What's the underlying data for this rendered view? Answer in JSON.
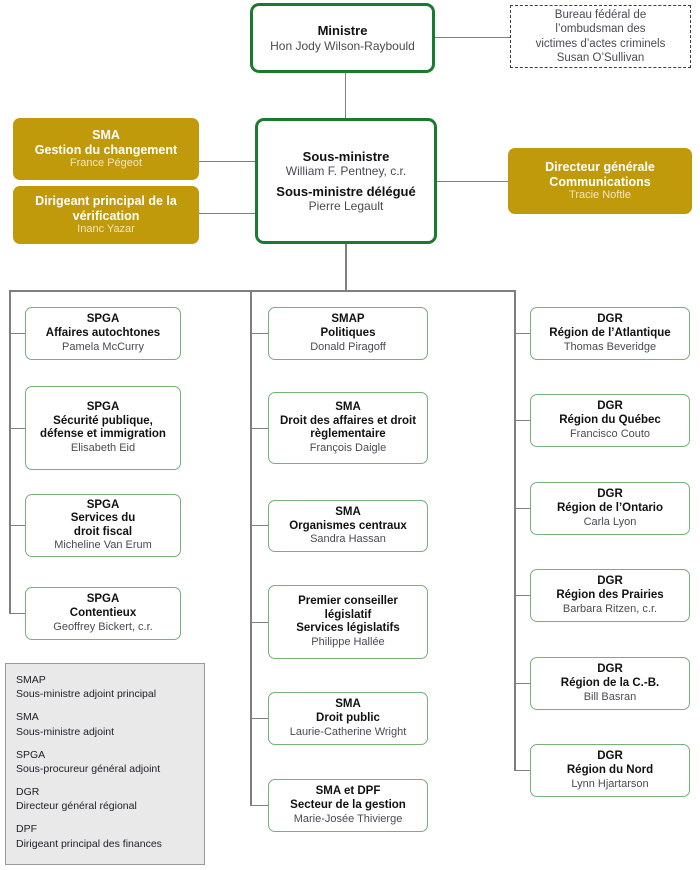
{
  "title": "Organigramme - Ministere de la Justice",
  "colors": {
    "green_major_border": "#1a7a2e",
    "green_unit_border": "#76b07a",
    "gold_fill": "#c19a0b",
    "connector": "#7f7f7f",
    "legend_fill": "#e9e9e9",
    "name_text": "#4a4a54"
  },
  "top": {
    "minister": {
      "title": "Ministre",
      "name": "Hon Jody Wilson-Raybould"
    },
    "ombudsman": {
      "line1": "Bureau fédéral de",
      "line2": "l’ombudsman des",
      "line3": "victimes d’actes criminels",
      "name": "Susan O’Sullivan"
    },
    "deputy": {
      "title1": "Sous-ministre",
      "name1": "William F. Pentney, c.r.",
      "title2": "Sous-ministre délégué",
      "name2": "Pierre Legault"
    }
  },
  "gold_boxes": [
    {
      "line1": "SMA",
      "line2": "Gestion du changement",
      "name": "France Pégeot"
    },
    {
      "line1": "Dirigeant principal de la",
      "line2": "vérification",
      "name": "Inanc Yazar"
    },
    {
      "line1": "Directeur générale",
      "line2": "Communications",
      "name": "Tracie Noftle"
    }
  ],
  "column_left": [
    {
      "line1": "SPGA",
      "line2": "Affaires autochtones",
      "line3": "",
      "name": "Pamela McCurry"
    },
    {
      "line1": "SPGA",
      "line2": "Sécurité publique,",
      "line3": "défense et immigration",
      "name": "Elisabeth Eid"
    },
    {
      "line1": "SPGA",
      "line2": "Services du",
      "line3": "droit fiscal",
      "name": "Micheline Van Erum"
    },
    {
      "line1": "SPGA",
      "line2": "Contentieux",
      "line3": "",
      "name": "Geoffrey Bickert, c.r."
    }
  ],
  "column_middle": [
    {
      "line1": "SMAP",
      "line2": "Politiques",
      "line3": "",
      "name": "Donald Piragoff"
    },
    {
      "line1": "SMA",
      "line2": "Droit des affaires et droit",
      "line3": "règlementaire",
      "name": "François Daigle"
    },
    {
      "line1": "SMA",
      "line2": "Organismes centraux",
      "line3": "",
      "name": "Sandra Hassan"
    },
    {
      "line1": "Premier conseiller",
      "line2": "législatif",
      "line3": "Services législatifs",
      "name": "Philippe Hallée"
    },
    {
      "line1": "SMA",
      "line2": "Droit public",
      "line3": "",
      "name": "Laurie-Catherine Wright"
    },
    {
      "line1": "SMA et DPF",
      "line2": "Secteur de la gestion",
      "line3": "",
      "name": "Marie-Josée Thivierge"
    }
  ],
  "column_right": [
    {
      "line1": "DGR",
      "line2": "Région de l’Atlantique",
      "line3": "",
      "name": "Thomas Beveridge"
    },
    {
      "line1": "DGR",
      "line2": "Région du Québec",
      "line3": "",
      "name": "Francisco Couto"
    },
    {
      "line1": "DGR",
      "line2": "Région de l’Ontario",
      "line3": "",
      "name": "Carla Lyon"
    },
    {
      "line1": "DGR",
      "line2": "Région des Prairies",
      "line3": "",
      "name": "Barbara Ritzen, c.r."
    },
    {
      "line1": "DGR",
      "line2": "Région de la C.-B.",
      "line3": "",
      "name": "Bill Basran"
    },
    {
      "line1": "DGR",
      "line2": "Région du Nord",
      "line3": "",
      "name": "Lynn Hjartarson"
    }
  ],
  "legend": [
    {
      "abbr": "SMAP",
      "full": "Sous-ministre adjoint principal"
    },
    {
      "abbr": "SMA",
      "full": "Sous-ministre adjoint"
    },
    {
      "abbr": "SPGA",
      "full": "Sous-procureur général adjoint"
    },
    {
      "abbr": "DGR",
      "full": "Directeur général régional"
    },
    {
      "abbr": "DPF",
      "full": "Dirigeant principal des finances"
    }
  ]
}
